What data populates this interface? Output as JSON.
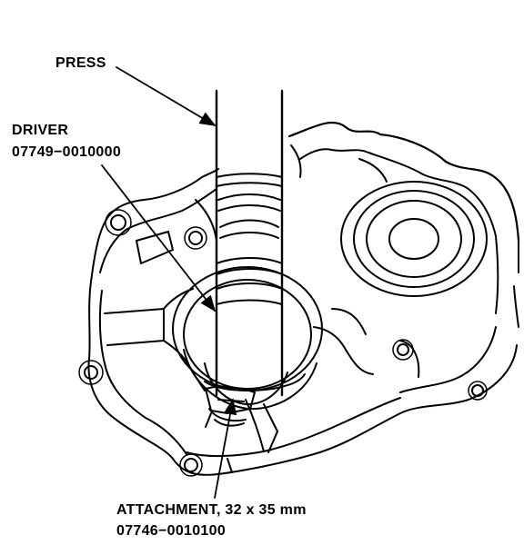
{
  "labels": {
    "press": "PRESS",
    "driver_name": "DRIVER",
    "driver_part": "07749−0010000",
    "attachment_name": "ATTACHMENT, 32 x 35 mm",
    "attachment_part": "07746−0010100"
  },
  "colors": {
    "ink": "#000000",
    "paper": "#ffffff"
  }
}
